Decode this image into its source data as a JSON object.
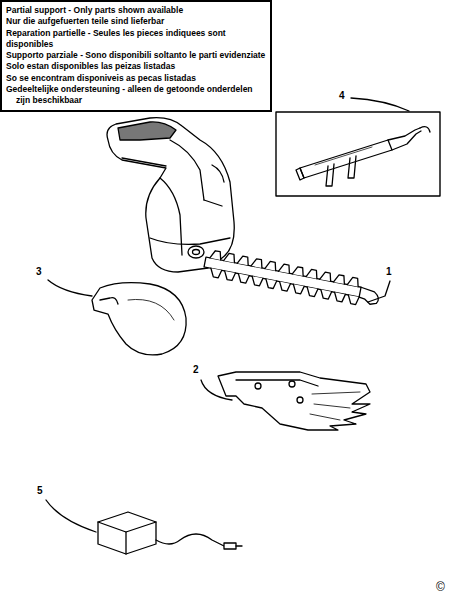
{
  "diagram": {
    "nodes": [
      {
        "text": [
          "Partial support - Only parts shown available",
          "Nur die aufgefuerten teile sind lieferbar",
          "Reparation partielle - Seules les pieces indiquees sont disponibles",
          "Supporto parziale - Sono disponibili soltanto le parti evidenziate",
          "Solo estan disponibles las peizas listadas",
          "So se encontram disponiveis as pecas listadas",
          "Gedeeltelijke ondersteuning - alleen de getoonde onderdelen zijn beschikbaar"
        ]
      }
    ],
    "labels": [
      "4",
      "1",
      "3",
      "2",
      "5",
      "©"
    ]
  }
}
